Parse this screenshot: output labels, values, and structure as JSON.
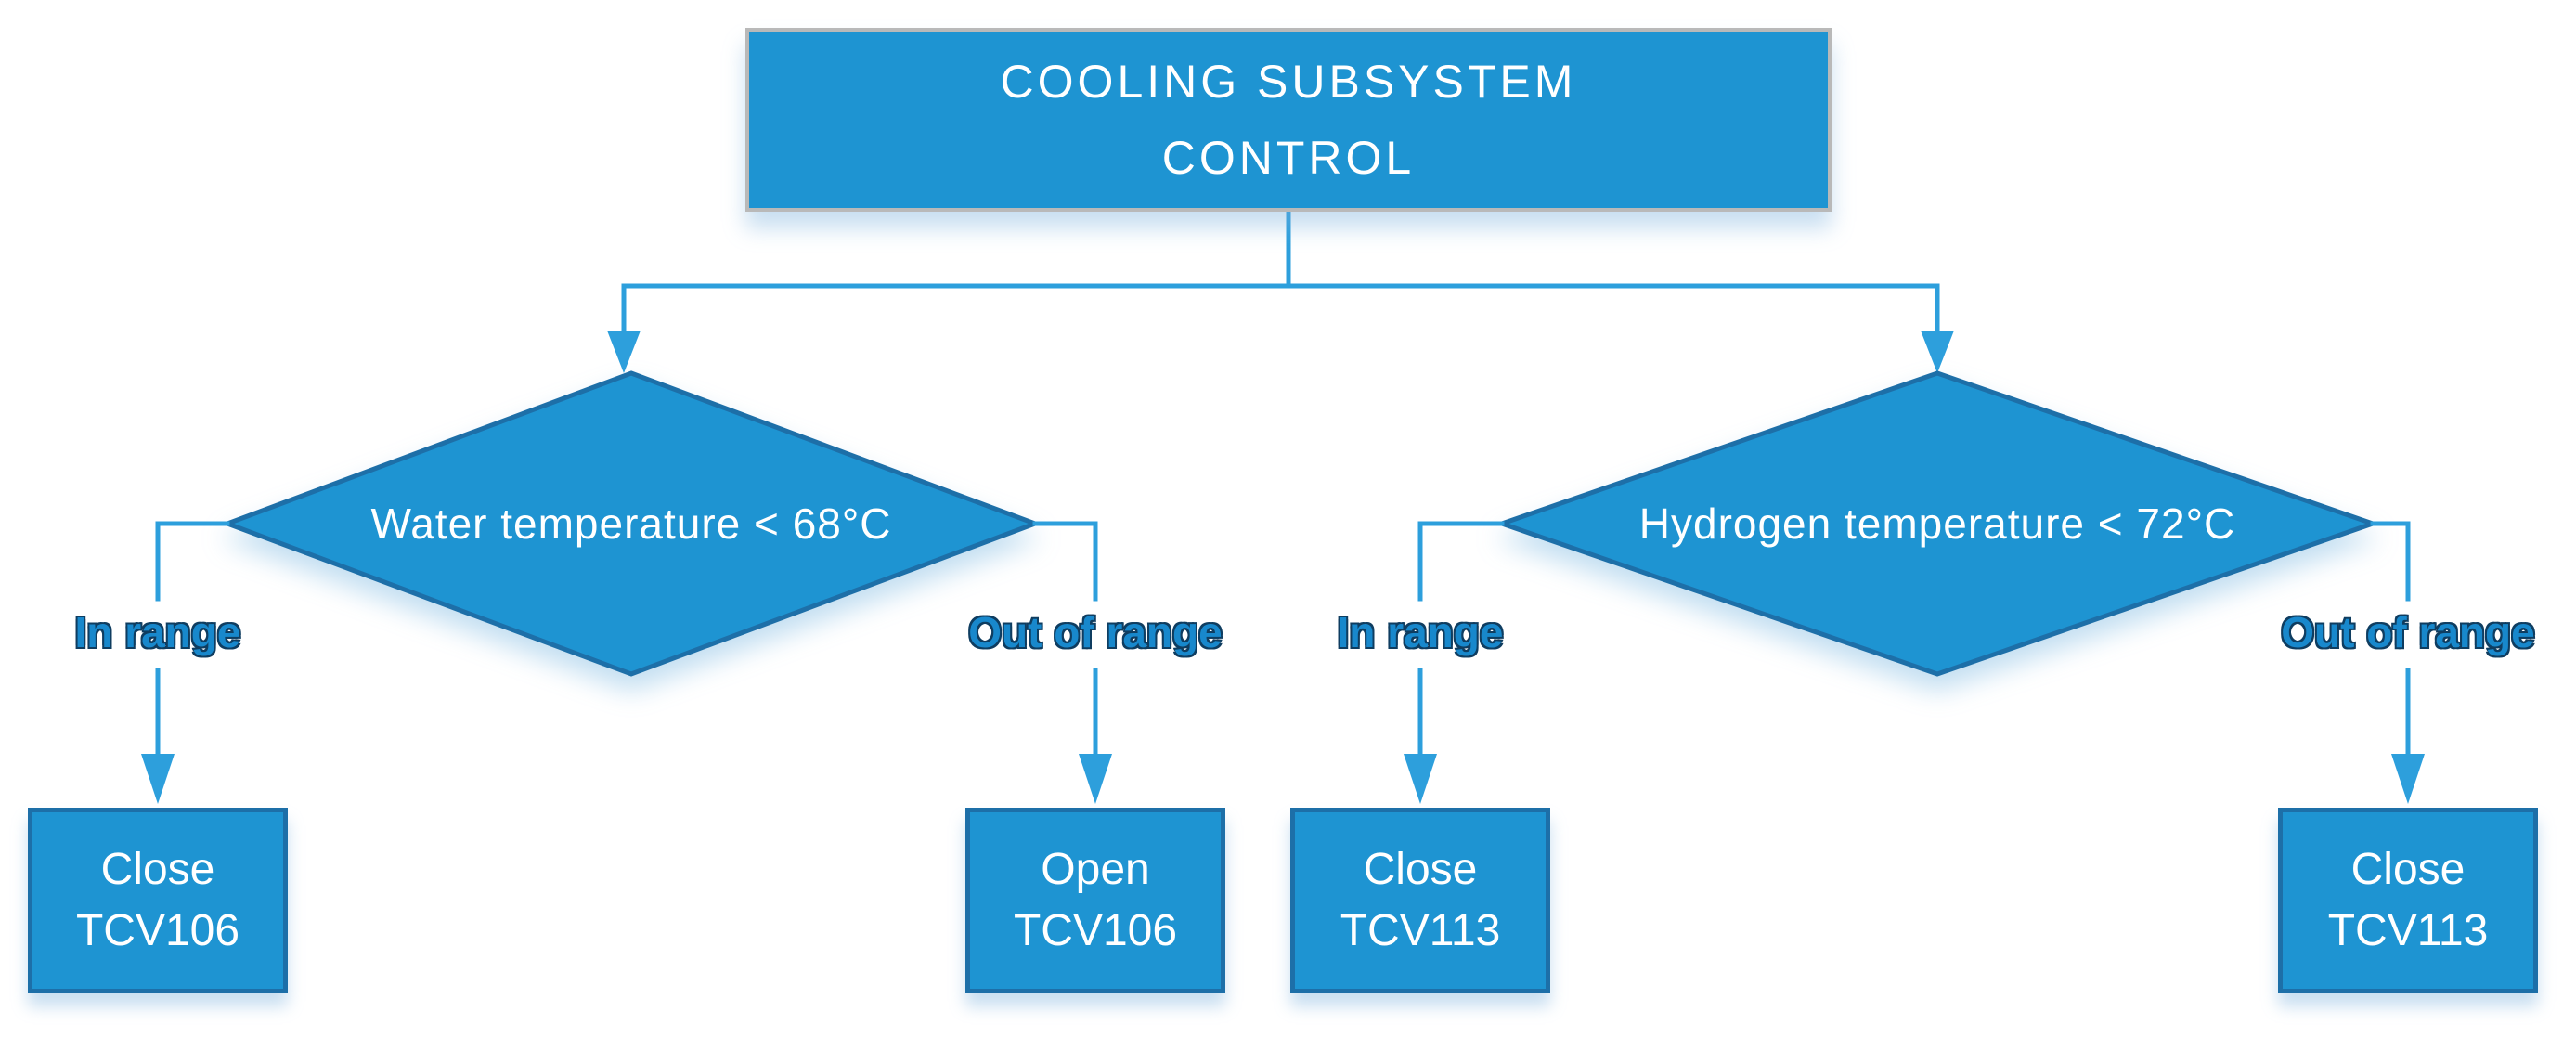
{
  "diagram": {
    "root": {
      "line1": "COOLING SUBSYSTEM",
      "line2": "CONTROL"
    },
    "decisions": [
      {
        "question": "Water temperature < 68°C",
        "branches": [
          {
            "label": "In range",
            "action_line1": "Close",
            "action_line2": "TCV106"
          },
          {
            "label": "Out of range",
            "action_line1": "Open",
            "action_line2": "TCV106"
          }
        ]
      },
      {
        "question": "Hydrogen temperature < 72°C",
        "branches": [
          {
            "label": "In range",
            "action_line1": "Close",
            "action_line2": "TCV113"
          },
          {
            "label": "Out of range",
            "action_line1": "Close",
            "action_line2": "TCV113"
          }
        ]
      }
    ],
    "colors": {
      "canvas_bg": "#FFFFFF",
      "node_fill": "#1E94D2",
      "node_border": "#1D6FA8",
      "title_border": "#B9B9B9",
      "connector": "#2D9FDC",
      "node_text": "#FFFFFF",
      "branch_label_text": "#1888CC",
      "branch_label_outline": "#0F3D60"
    }
  }
}
